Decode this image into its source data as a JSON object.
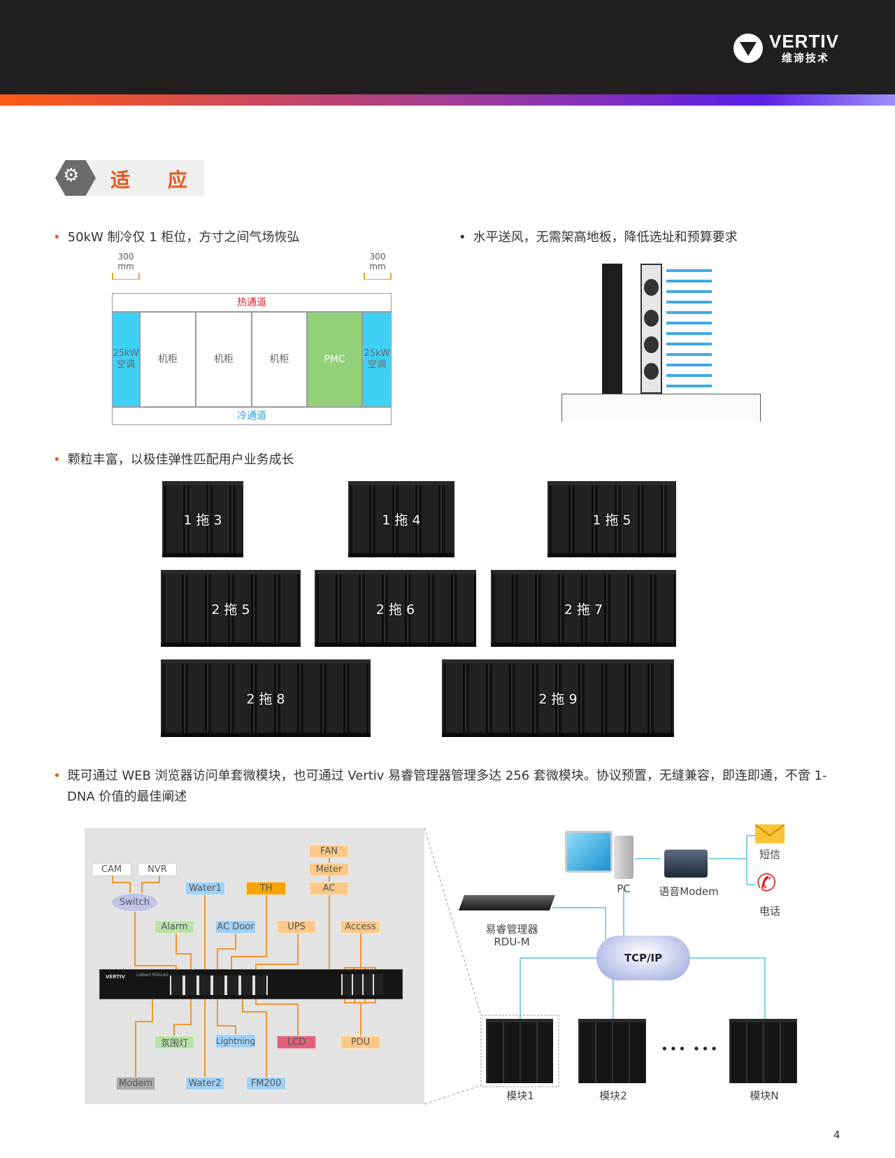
{
  "brand": {
    "name": "VERTIV",
    "sub": "维谛技术"
  },
  "section": {
    "title": "适 应",
    "icon": "gears-icon"
  },
  "bullets": [
    "50kW 制冷仅 1 柜位，方寸之间气场恢弘",
    "水平送风，无需架高地板，降低选址和预算要求",
    "颗粒丰富，以极佳弹性匹配用户业务成长",
    "既可通过 WEB 浏览器访问单套微模块，也可通过 Vertiv 易睿管理器管理多达 256 套微模块。协议预置，无缝兼容，即连即通，不啻 1-DNA 价值的最佳阐述"
  ],
  "aisle": {
    "dim_left": "300",
    "dim_right": "300",
    "unit": "mm",
    "hot": "热通道",
    "cold": "冷通道",
    "cols": [
      "25kW\n空调",
      "机柜",
      "机柜",
      "机柜",
      "PMC",
      "25kW\n空调"
    ],
    "colors": {
      "ac": "#3fd0f5",
      "pmc": "#92d17a",
      "hot": "#d8262c",
      "cold": "#2a9fd8"
    }
  },
  "configs": [
    "1 拖 3",
    "1 拖 4",
    "1 拖 5",
    "2 拖 5",
    "2 拖 6",
    "2 拖 7",
    "2 拖 8",
    "2 拖 9"
  ],
  "panel": {
    "labels": {
      "cam": "CAM",
      "nvr": "NVR",
      "switch": "Switch",
      "water1": "Water1",
      "th": "TH",
      "fan": "FAN",
      "meter": "Meter",
      "ac": "AC",
      "alarm": "Alarm",
      "acdoor": "AC Door",
      "ups": "UPS",
      "access": "Access",
      "light": "氛围灯",
      "lightning": "Lightning",
      "lcd": "LCD",
      "pdu": "PDU",
      "modem": "Modem",
      "water2": "Water2",
      "fm200": "FM200"
    },
    "device": "VERTIV",
    "device_model": "Liebert RDU-A2"
  },
  "network": {
    "pc": "PC",
    "voice_modem": "语音Modem",
    "sms": "短信",
    "phone": "电话",
    "manager": "易睿管理器",
    "manager_model": "RDU-M",
    "cloud": "TCP/IP",
    "modules": [
      "模块1",
      "模块2",
      "模块N"
    ],
    "ellipsis": "••• •••"
  },
  "page_number": "4"
}
